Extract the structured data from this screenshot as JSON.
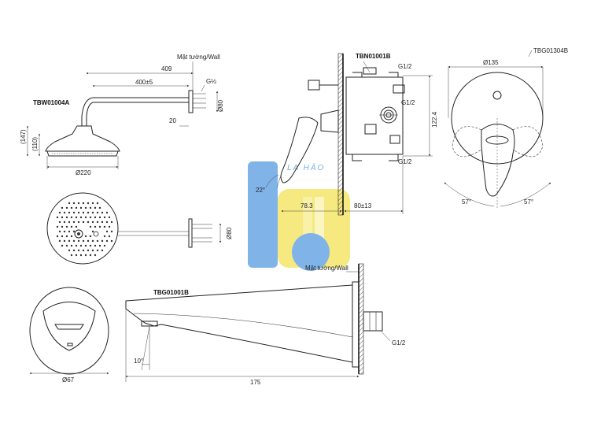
{
  "shower_head": {
    "model": "TBW01004A",
    "wall_label": "Mặt tường/Wall",
    "dim_total": "409",
    "dim_arm": "400±5",
    "thread": "G½",
    "dim_diameter": "Ø220",
    "dim_height_outer": "(147)",
    "dim_height_inner": "(110)",
    "dim_flange": "Ø80",
    "dim_drop": "20",
    "dim_flange_front": "Ø80"
  },
  "valve_body": {
    "model": "TBN01001B",
    "thread_top": "G1/2",
    "thread_mid": "G1/2",
    "thread_bottom": "G1/2",
    "dim_height": "122.4",
    "dim_left": "78.3",
    "dim_right": "80±13",
    "angle": "22°"
  },
  "trim_plate": {
    "model": "TBG01304B",
    "dim_diameter": "Ø135",
    "angle_left": "57°",
    "angle_right": "57°"
  },
  "spout": {
    "model": "TBG01001B",
    "wall_label": "Mặt tường/Wall",
    "thread": "G1/2",
    "dim_length": "175",
    "angle": "10°",
    "dim_diameter": "Ø67"
  },
  "watermark": {
    "text": "LA HÀO",
    "colors": {
      "blue": "#6aa8e6",
      "yellow": "#f5e66a"
    }
  }
}
